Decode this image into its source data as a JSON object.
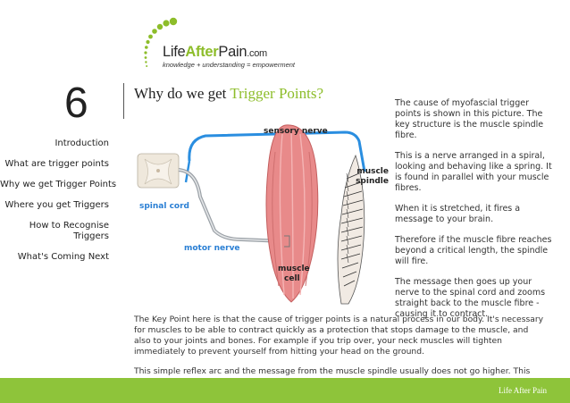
{
  "logo": {
    "word_life": "Life",
    "word_after": "After",
    "word_pain": "Pain",
    "word_com": ".com",
    "tagline": "knowledge + understanding = empowerment",
    "brand_color": "#8dbd2a"
  },
  "chapter": {
    "number": "6",
    "title_prefix": "Why do we get ",
    "title_accent": "Trigger Points?"
  },
  "nav": {
    "items": [
      {
        "label": "Introduction"
      },
      {
        "label": "What are trigger points"
      },
      {
        "label": "Why we get Trigger Points"
      },
      {
        "label": "Where you get Triggers"
      },
      {
        "label": "How to Recognise"
      },
      {
        "label": "Triggers"
      },
      {
        "label": "What's Coming Next"
      }
    ]
  },
  "right_column": {
    "paragraphs": [
      "The cause of myofascial trigger points is shown in this picture. The key structure is the muscle spindle fibre.",
      "This is a nerve arranged in a spiral, looking and behaving like a spring. It is found in parallel with your muscle fibres.",
      "When it is stretched, it fires a message to your brain.",
      "Therefore if the muscle fibre reaches beyond a critical length, the spindle will fire.",
      "The message then goes up your nerve to the spinal cord and zooms straight back to the muscle fibre - causing it to contract."
    ]
  },
  "diagram": {
    "labels": {
      "sensory_nerve": "sensory nerve",
      "spinal_cord": "spinal cord",
      "motor_nerve": "motor nerve",
      "muscle_cell_1": "muscle",
      "muscle_cell_2": "cell",
      "muscle_spindle_1": "muscle",
      "muscle_spindle_2": "spindle"
    },
    "colors": {
      "sensory": "#2a8ee0",
      "blue_label": "#2a7fd4",
      "muscle": "#e88a8a"
    }
  },
  "bottom": {
    "paragraphs": [
      "The Key Point here is that the cause of trigger points is a natural process in our body. It's necessary for muscles to be able to contract quickly as a protection that stops damage to the muscle, and also to your joints and bones. For example if you trip over, your neck muscles will tighten immediately to prevent yourself from hitting your head on the ground.",
      "This simple reflex arc and the message from the muscle spindle usually does not go higher. This"
    ]
  },
  "footer": {
    "brand": "Life After Pain",
    "color": "#8ec43a"
  }
}
